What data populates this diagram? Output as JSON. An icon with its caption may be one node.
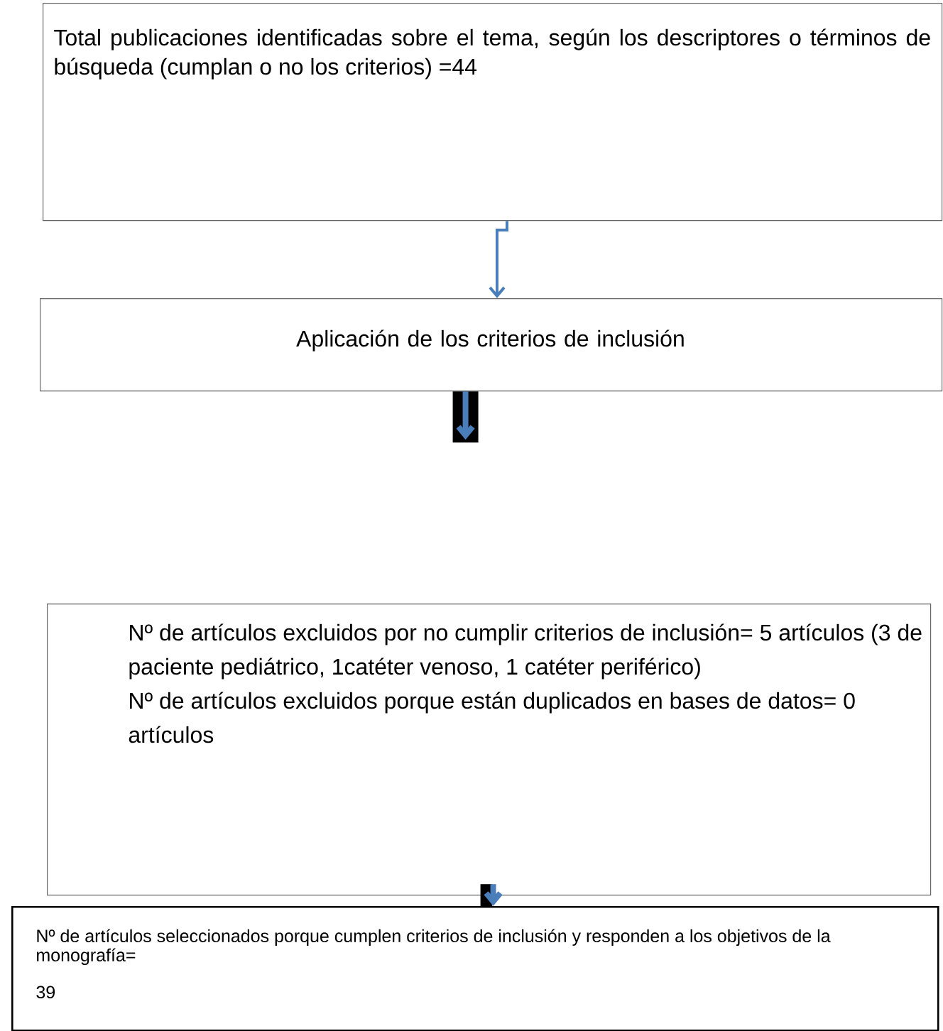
{
  "diagram": {
    "nodes": [
      {
        "text": [
          "Total publicaciones identificadas sobre el tema, según los descriptores o términos de búsqueda (cumplan o no los criterios) =44"
        ]
      },
      {
        "text": [
          "Aplicación de los criterios de inclusión"
        ]
      },
      {
        "text": [
          "Nº de artículos excluidos por no cumplir criterios de inclusión= 5 artículos (3 de paciente pediátrico, 1catéter venoso, 1 catéter periférico)",
          "Nº de artículos excluidos porque están duplicados en bases de datos= 0 artículos"
        ]
      },
      {
        "text": [
          "Nº de artículos seleccionados porque cumplen criterios de inclusión y responden a los objetivos de la monografía=",
          "39"
        ]
      }
    ],
    "edges": [
      {
        "from": 0,
        "to": 1,
        "arrow": "to"
      },
      {
        "from": 1,
        "to": null,
        "arrow": "to"
      },
      {
        "from": 2,
        "to": 3,
        "arrow": "to"
      }
    ]
  }
}
